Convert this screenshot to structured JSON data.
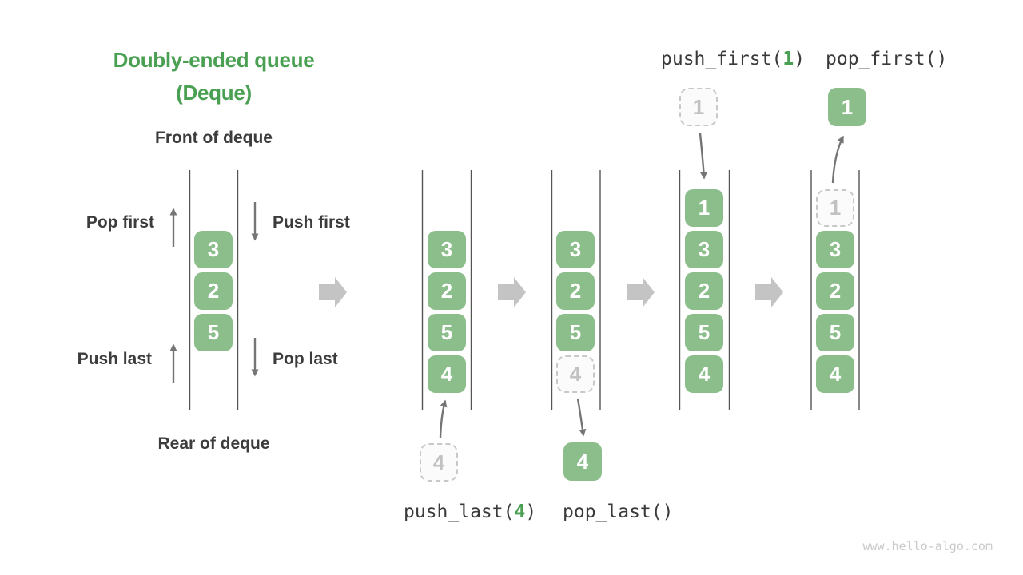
{
  "title": {
    "line1": "Doubly-ended queue",
    "line2": "(Deque)"
  },
  "labels": {
    "front": "Front of deque",
    "rear": "Rear of deque",
    "pop_first": "Pop first",
    "push_first": "Push first",
    "push_last": "Push last",
    "pop_last": "Pop last"
  },
  "ops": {
    "push_last": {
      "prefix": "push_last(",
      "arg": "4",
      "suffix": ")"
    },
    "pop_last": {
      "text": "pop_last()"
    },
    "push_first": {
      "prefix": "push_first(",
      "arg": "1",
      "suffix": ")"
    },
    "pop_first": {
      "text": "pop_first()"
    }
  },
  "queues": [
    {
      "name": "initial-deque",
      "cells": [
        {
          "value": "3",
          "state": "solid"
        },
        {
          "value": "2",
          "state": "solid"
        },
        {
          "value": "5",
          "state": "solid"
        }
      ]
    },
    {
      "name": "after-push-last",
      "cells": [
        {
          "value": "3",
          "state": "solid"
        },
        {
          "value": "2",
          "state": "solid"
        },
        {
          "value": "5",
          "state": "solid"
        },
        {
          "value": "4",
          "state": "solid"
        }
      ]
    },
    {
      "name": "during-pop-last",
      "cells": [
        {
          "value": "3",
          "state": "solid"
        },
        {
          "value": "2",
          "state": "solid"
        },
        {
          "value": "5",
          "state": "solid"
        },
        {
          "value": "4",
          "state": "ghost"
        }
      ]
    },
    {
      "name": "after-push-first",
      "cells": [
        {
          "value": "1",
          "state": "solid"
        },
        {
          "value": "3",
          "state": "solid"
        },
        {
          "value": "2",
          "state": "solid"
        },
        {
          "value": "5",
          "state": "solid"
        },
        {
          "value": "4",
          "state": "solid"
        }
      ]
    },
    {
      "name": "during-pop-first",
      "cells": [
        {
          "value": "1",
          "state": "ghost"
        },
        {
          "value": "3",
          "state": "solid"
        },
        {
          "value": "2",
          "state": "solid"
        },
        {
          "value": "5",
          "state": "solid"
        },
        {
          "value": "4",
          "state": "solid"
        }
      ]
    }
  ],
  "floating": {
    "push_last_item": {
      "value": "4",
      "state": "ghost"
    },
    "pop_last_item": {
      "value": "4",
      "state": "solid"
    },
    "push_first_item": {
      "value": "1",
      "state": "ghost"
    },
    "pop_first_item": {
      "value": "1",
      "state": "solid"
    }
  },
  "watermark": "www.hello-algo.com",
  "colors": {
    "box_green": "#8CBE8C",
    "title_green": "#4AA052",
    "code_arg_green": "#4AA052",
    "text_dark": "#3C3C3C",
    "thin_arrow_gray": "#757575",
    "block_arrow_gray": "#C4C4C4",
    "ghost_border_gray": "#C8C8C8",
    "queue_line_gray": "#555555",
    "watermark_gray": "#C9C9C9"
  }
}
